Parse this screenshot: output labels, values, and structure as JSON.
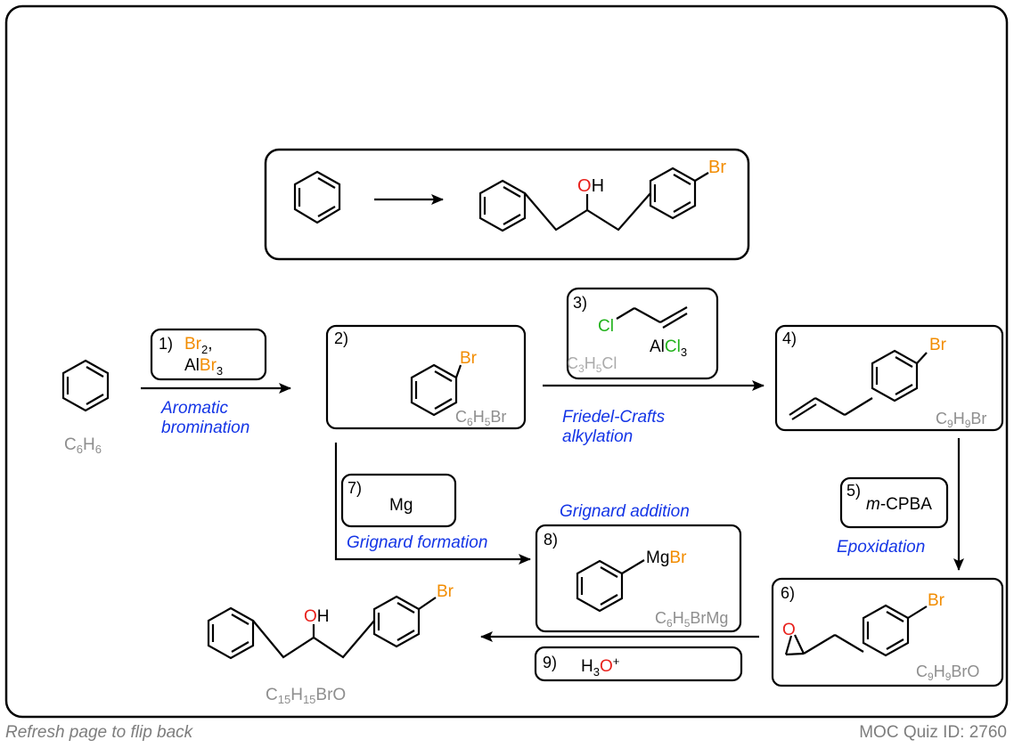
{
  "overview": {
    "oh_label": "OH",
    "br_label": "Br"
  },
  "start": {
    "formula": "C6H6"
  },
  "steps": [
    {
      "num": "1)",
      "reagent_line1": "Br2,",
      "reagent_line2": "AlBr3",
      "label_line1": "Aromatic",
      "label_line2": "bromination"
    },
    {
      "num": "2)",
      "formula": "C6H5Br",
      "br_label": "Br"
    },
    {
      "num": "3)",
      "reagent_cl": "Cl",
      "reagent_line2": "AlCl3",
      "formula": "C3H5Cl",
      "label_line1": "Friedel-Crafts",
      "label_line2": "alkylation"
    },
    {
      "num": "4)",
      "formula": "C9H9Br",
      "br_label": "Br"
    },
    {
      "num": "5)",
      "reagent": "m-CPBA",
      "label": "Epoxidation"
    },
    {
      "num": "6)",
      "formula": "C9H9BrO",
      "br_label": "Br",
      "o_label": "O"
    },
    {
      "num": "7)",
      "reagent": "Mg",
      "label": "Grignard formation"
    },
    {
      "num": "8)",
      "formula": "C6H5BrMg",
      "mgbr_label": "MgBr",
      "label": "Grignard addition"
    },
    {
      "num": "9)",
      "reagent": "H3O+"
    }
  ],
  "product": {
    "formula": "C15H15BrO",
    "oh_label": "OH",
    "br_label": "Br"
  },
  "footer": {
    "left": "Refresh page to flip back",
    "right": "MOC Quiz ID: 2760"
  }
}
